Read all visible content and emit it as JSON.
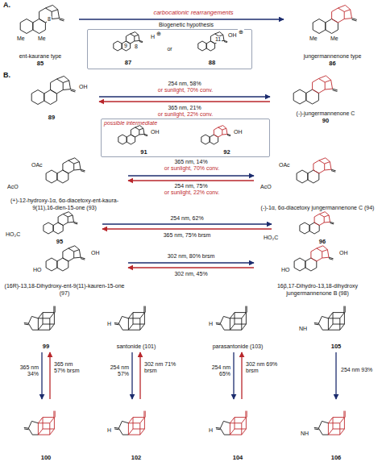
{
  "diagram": {
    "nodes": [
      {
        "text": [
          "ent-kaurane type",
          "85"
        ]
      },
      {
        "text": [
          "jungermannenone type",
          "86"
        ]
      },
      {
        "text": [
          "or"
        ]
      },
      {
        "text": [
          "87"
        ],
        "in": 2
      },
      {
        "text": [
          "88"
        ],
        "in": 2
      },
      {
        "text": [
          "89"
        ]
      },
      {
        "text": [
          "(-)-jungermannenone C",
          "90"
        ]
      },
      {
        "text": [
          "possible intermediate"
        ]
      },
      {
        "text": [
          "91"
        ],
        "in": 7
      },
      {
        "text": [
          "92"
        ],
        "in": 7
      },
      {
        "text": [
          "(+)-12-hydroxy-1α, 6α-diacetoxy-ent-kaura-9(11),16-dien-15-one (93)"
        ]
      },
      {
        "text": [
          "(-)-1α, 6α-diacetoxy jungermannenone C (94)"
        ]
      },
      {
        "text": [
          "95"
        ]
      },
      {
        "text": [
          "96"
        ]
      },
      {
        "text": [
          "(16R)-13,18-Dihydroxy-ent-9(11)-kauren-15-one (97)"
        ]
      },
      {
        "text": [
          "16β,17-Dihydro-13,18-dihydroxy jungermannenone B (98)"
        ]
      },
      {
        "text": [
          "99"
        ]
      },
      {
        "text": [
          "100"
        ]
      },
      {
        "text": [
          "santonide (101)"
        ]
      },
      {
        "text": [
          "102"
        ]
      },
      {
        "text": [
          "parasantonide (103)"
        ]
      },
      {
        "text": [
          "104"
        ]
      },
      {
        "text": [
          "105"
        ]
      },
      {
        "text": [
          "106"
        ]
      }
    ],
    "edges": [
      {
        "from": 0,
        "to": 1,
        "arrow": "to",
        "label": "carbocationic rearrangements"
      },
      {
        "from": 5,
        "to": 6,
        "arrow": "to",
        "label": "254 nm, 58%"
      },
      {
        "from": 6,
        "to": 5,
        "arrow": "to",
        "label": "365 nm, 21%"
      },
      {
        "from": 10,
        "to": 11,
        "arrow": "to",
        "label": "365 nm, 14%"
      },
      {
        "from": 11,
        "to": 10,
        "arrow": "to",
        "label": "254 nm, 75%"
      },
      {
        "from": 12,
        "to": 13,
        "arrow": "to",
        "label": "254 nm, 62%"
      },
      {
        "from": 13,
        "to": 12,
        "arrow": "to",
        "label": "365 nm, 75% brsm"
      },
      {
        "from": 14,
        "to": 15,
        "arrow": "to",
        "label": "302 nm, 80% brsm"
      },
      {
        "from": 15,
        "to": 14,
        "arrow": "to",
        "label": "302 nm, 45%"
      },
      {
        "from": 16,
        "to": 17,
        "arrow": "to",
        "label": "365 nm 34%"
      },
      {
        "from": 17,
        "to": 16,
        "arrow": "to",
        "label": "365 nm 57% brsm"
      },
      {
        "from": 18,
        "to": 19,
        "arrow": "to",
        "label": "254 nm 57%"
      },
      {
        "from": 19,
        "to": 18,
        "arrow": "to",
        "label": "302 nm 71% brsm"
      },
      {
        "from": 20,
        "to": 21,
        "arrow": "to",
        "label": "254 nm 65%"
      },
      {
        "from": 21,
        "to": 20,
        "arrow": "to",
        "label": "302 nm 69% brsm"
      },
      {
        "from": 22,
        "to": 23,
        "arrow": "to",
        "label": "254 nm 93%"
      }
    ],
    "labels": [
      "A.",
      "Biogenetic hypothesis",
      "Me",
      "Me",
      "8",
      "Me",
      "Me",
      "9",
      "8",
      "H",
      "⊕",
      "11",
      "OH",
      "⊕",
      "B.",
      "or sunlight, 70% conv.",
      "or sunlight, 22% conv.",
      "OH",
      "OH",
      "OH",
      "or sunlight, 70% conv.",
      "or sunlight, 22% conv.",
      "OAc",
      "AcO",
      "OAc",
      "AcO",
      "HO₂C",
      "HO₂C",
      "HO",
      "OH",
      "HO",
      "OH",
      "H",
      "H",
      "H",
      "H",
      "NH",
      "NH"
    ]
  }
}
